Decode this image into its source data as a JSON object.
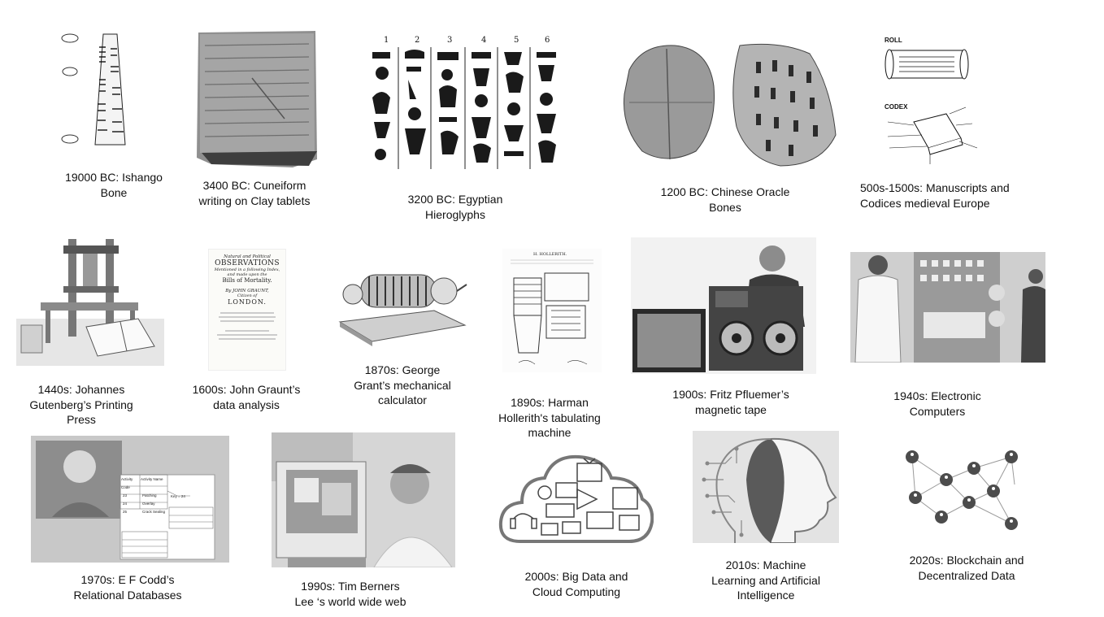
{
  "items": [
    {
      "caption": [
        "19000 BC: Ishango",
        "Bone"
      ]
    },
    {
      "caption": [
        "3400 BC: Cuneiform",
        "writing on Clay tablets"
      ]
    },
    {
      "caption": [
        "3200 BC: Egyptian",
        "Hieroglyphs"
      ],
      "column_numbers": [
        "1",
        "2",
        "3",
        "4",
        "5",
        "6"
      ]
    },
    {
      "caption": [
        "1200 BC: Chinese Oracle",
        "Bones"
      ]
    },
    {
      "caption": [
        "500s-1500s: Manuscripts  and",
        "Codices medieval Europe"
      ],
      "labels": [
        "ROLL",
        "CODEX"
      ]
    },
    {
      "caption": [
        "1440s: Johannes",
        "Gutenberg’s Printing",
        "Press"
      ]
    },
    {
      "caption": [
        "1600s: John Graunt’s",
        "data analysis"
      ],
      "page_text": [
        "Natural and Political",
        "OBSERVATIONS",
        "Mentioned in a following Index,",
        "and made upon the",
        "Bills of Mortality.",
        "By JOHN GRAUNT,",
        "Citizen of",
        "LONDON."
      ]
    },
    {
      "caption": [
        "1870s: George",
        "Grant’s mechanical",
        "calculator"
      ]
    },
    {
      "caption": [
        "1890s: Harman",
        "Hollerith's tabulating",
        "machine"
      ],
      "header": "H. HOLLERITH."
    },
    {
      "caption": [
        "1900s: Fritz Pfluemer’s",
        "magnetic tape"
      ]
    },
    {
      "caption": [
        "1940s: Electronic",
        "Computers"
      ]
    },
    {
      "caption": [
        "1970s: E F Codd’s",
        "Relational Databases"
      ],
      "table_labels": [
        "Activity Code",
        "Activity Name",
        "23",
        "Patching",
        "24",
        "Overlay",
        "25",
        "Crack Sealing",
        "Key = 24"
      ]
    },
    {
      "caption": [
        "1990s: Tim Berners",
        "Lee ‘s world wide web"
      ]
    },
    {
      "caption": [
        "2000s: Big Data and",
        "Cloud Computing"
      ]
    },
    {
      "caption": [
        "2010s: Machine",
        "Learning and Artificial",
        "Intelligence"
      ]
    },
    {
      "caption": [
        "2020s: Blockchain and",
        "Decentralized Data"
      ]
    }
  ]
}
